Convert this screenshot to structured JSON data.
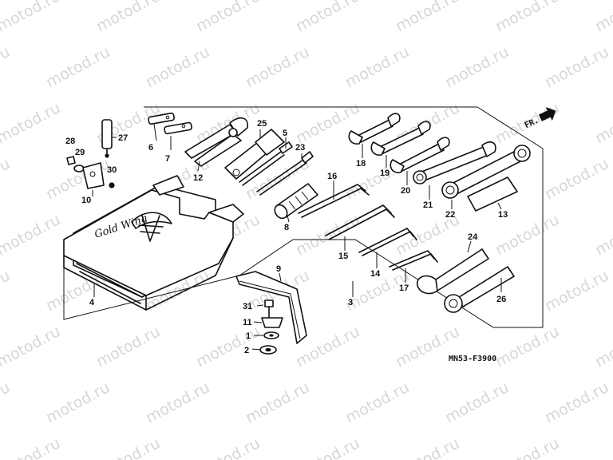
{
  "watermark": {
    "text": "motod.ru"
  },
  "diagram": {
    "code": "MN53-F3900",
    "direction_marker": "FR.",
    "logo_text": "Gold Wing"
  },
  "parts": [
    {
      "id": "1",
      "label": "1"
    },
    {
      "id": "2",
      "label": "2"
    },
    {
      "id": "3",
      "label": "3"
    },
    {
      "id": "4",
      "label": "4"
    },
    {
      "id": "5",
      "label": "5"
    },
    {
      "id": "6",
      "label": "6"
    },
    {
      "id": "7",
      "label": "7"
    },
    {
      "id": "8",
      "label": "8"
    },
    {
      "id": "9",
      "label": "9"
    },
    {
      "id": "10",
      "label": "10"
    },
    {
      "id": "11",
      "label": "11"
    },
    {
      "id": "12",
      "label": "12"
    },
    {
      "id": "13",
      "label": "13"
    },
    {
      "id": "14",
      "label": "14"
    },
    {
      "id": "15",
      "label": "15"
    },
    {
      "id": "16",
      "label": "16"
    },
    {
      "id": "17",
      "label": "17"
    },
    {
      "id": "18",
      "label": "18"
    },
    {
      "id": "19",
      "label": "19"
    },
    {
      "id": "20",
      "label": "20"
    },
    {
      "id": "21",
      "label": "21"
    },
    {
      "id": "22",
      "label": "22"
    },
    {
      "id": "23",
      "label": "23"
    },
    {
      "id": "24",
      "label": "24"
    },
    {
      "id": "25",
      "label": "25"
    },
    {
      "id": "26",
      "label": "26"
    },
    {
      "id": "27",
      "label": "27"
    },
    {
      "id": "28",
      "label": "28"
    },
    {
      "id": "29",
      "label": "29"
    },
    {
      "id": "30",
      "label": "30"
    },
    {
      "id": "31",
      "label": "31"
    }
  ]
}
